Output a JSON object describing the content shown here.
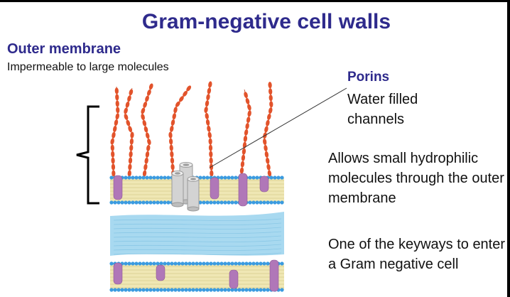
{
  "slide": {
    "title": "Gram-negative cell walls",
    "section_heading": "Outer membrane",
    "section_subtext": "Impermeable to large molecules",
    "porins_label": "Porins",
    "porins_description": "Water filled channels",
    "allows_text": "Allows small hydrophilic molecules through the outer membrane",
    "keyways_text": "One of the keyways to enter a Gram negative cell"
  },
  "colors": {
    "title_blue": "#2e2a8c",
    "lipid_head_blue": "#3b9be0",
    "lipid_tail_tan": "#efe7b4",
    "lps_orange": "#e2532b",
    "protein_purple": "#b077b8",
    "peptidoglycan_blue": "#a8d9f0",
    "porin_gray": "#d3d3d3"
  },
  "diagram_parts": [
    "bracket",
    "lps-chains",
    "outer-membrane-bilayer",
    "porin-channels",
    "peptidoglycan-layer",
    "inner-membrane-bilayer",
    "membrane-proteins",
    "porin-pointer-line"
  ]
}
